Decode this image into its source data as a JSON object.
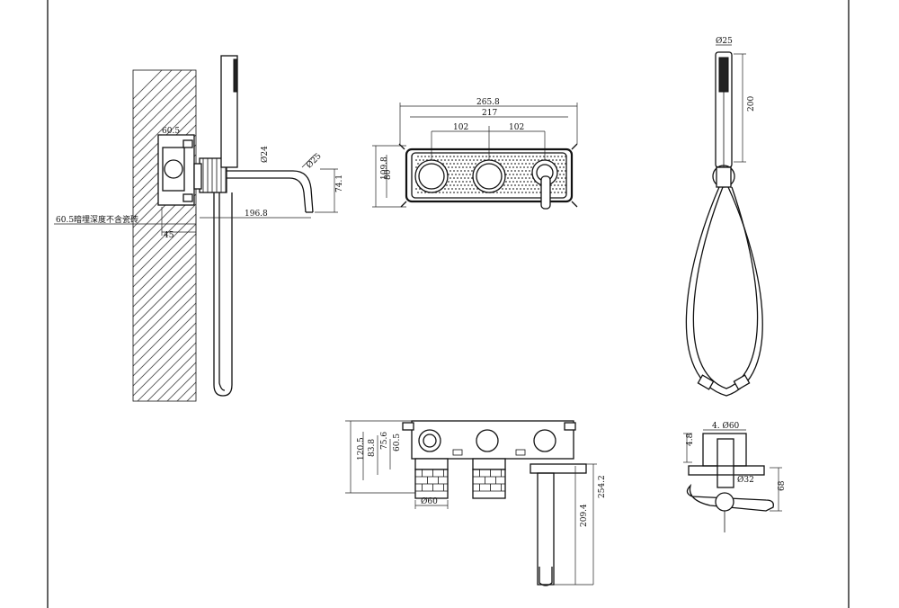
{
  "colors": {
    "line": "#111111",
    "background": "#ffffff",
    "hatch": "#555555"
  },
  "side_view": {
    "dims": {
      "d1": "60.5",
      "d2": "Ø24",
      "d3": "Ø25",
      "d4": "74.1",
      "d5": "196.8",
      "d6": "60.5暗埋深度不含瓷砖",
      "d7": "45"
    }
  },
  "front_view": {
    "dims": {
      "w_outer": "265.8",
      "w_inner": "217",
      "pitch_left": "102",
      "pitch_right": "102",
      "h_outer": "109.8",
      "h_inner": "80"
    }
  },
  "hand_shower": {
    "dims": {
      "dia": "Ø25",
      "len": "200"
    }
  },
  "top_view": {
    "dims": {
      "h1": "120.5",
      "h2": "83.8",
      "h3": "75.6",
      "h4": "60.5",
      "dia": "Ø60",
      "len1": "209.4",
      "len2": "254.2"
    }
  },
  "handle_view": {
    "dims": {
      "dia_top": "4. Ø60",
      "dia_mid": "Ø32",
      "h_left": "4.8",
      "h_right": "68"
    }
  }
}
